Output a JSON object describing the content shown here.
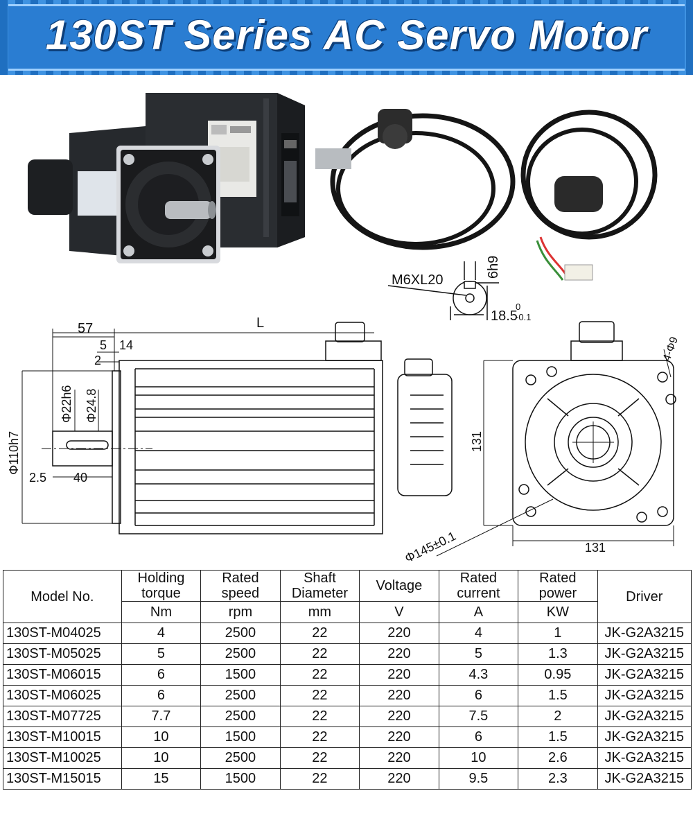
{
  "title": "130ST Series AC Servo Motor",
  "dimensions": {
    "L": "L",
    "d57": "57",
    "d5": "5",
    "d14": "14",
    "d2": "2",
    "d22h6": "Φ22h6",
    "d24_8": "Φ24.8",
    "d110h7": "Φ110h7",
    "d2_5": "2.5",
    "d40": "40",
    "d131_v": "131",
    "d131_h": "131",
    "d145": "Φ145±0.1",
    "holes": "4-Φ9",
    "thread": "M6XL20",
    "key": "6h9",
    "keydepth": "18.5",
    "tol_top": "0",
    "tol_bot": "-0.1"
  },
  "table": {
    "headers": [
      {
        "line1": "Holding",
        "line2": "torque",
        "unit": "Nm"
      },
      {
        "line1": "Rated",
        "line2": "speed",
        "unit": "rpm"
      },
      {
        "line1": "Shaft",
        "line2": "Diameter",
        "unit": "mm"
      },
      {
        "line1": "Voltage",
        "line2": "",
        "unit": "V"
      },
      {
        "line1": "Rated",
        "line2": "current",
        "unit": "A"
      },
      {
        "line1": "Rated",
        "line2": "power",
        "unit": "KW"
      }
    ],
    "model_header": "Model No.",
    "driver_header": "Driver",
    "rows": [
      [
        "130ST-M04025",
        "4",
        "2500",
        "22",
        "220",
        "4",
        "1",
        "JK-G2A3215"
      ],
      [
        "130ST-M05025",
        "5",
        "2500",
        "22",
        "220",
        "5",
        "1.3",
        "JK-G2A3215"
      ],
      [
        "130ST-M06015",
        "6",
        "1500",
        "22",
        "220",
        "4.3",
        "0.95",
        "JK-G2A3215"
      ],
      [
        "130ST-M06025",
        "6",
        "2500",
        "22",
        "220",
        "6",
        "1.5",
        "JK-G2A3215"
      ],
      [
        "130ST-M07725",
        "7.7",
        "2500",
        "22",
        "220",
        "7.5",
        "2",
        "JK-G2A3215"
      ],
      [
        "130ST-M10015",
        "10",
        "1500",
        "22",
        "220",
        "6",
        "1.5",
        "JK-G2A3215"
      ],
      [
        "130ST-M10025",
        "10",
        "2500",
        "22",
        "220",
        "10",
        "2.6",
        "JK-G2A3215"
      ],
      [
        "130ST-M15015",
        "15",
        "1500",
        "22",
        "220",
        "9.5",
        "2.3",
        "JK-G2A3215"
      ]
    ]
  }
}
